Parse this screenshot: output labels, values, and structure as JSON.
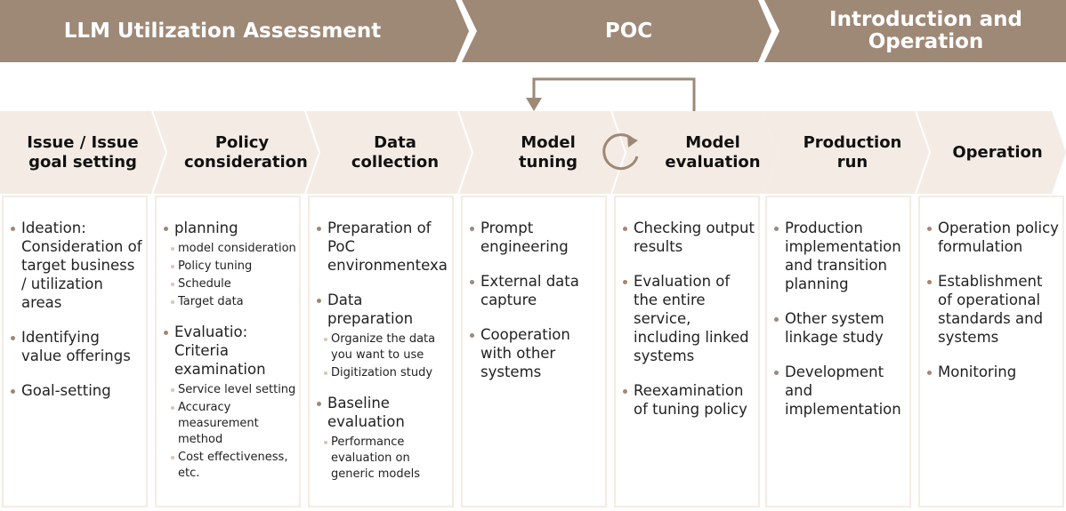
{
  "phases": [
    {
      "label": "LLM Utilization Assessment"
    },
    {
      "label": "POC"
    },
    {
      "label": "Introduction and Operation"
    }
  ],
  "colors": {
    "band": "#9e8876",
    "header": "#f4ece4",
    "bullet": "#9e8876",
    "sub_bullet": "#d8c6b0"
  },
  "steps": [
    {
      "title": "Issue / Issue goal setting",
      "items": [
        {
          "text": "Ideation: Consideration of target business / utilization areas"
        },
        {
          "text": "Identifying value offerings"
        },
        {
          "text": "Goal-setting"
        }
      ]
    },
    {
      "title": "Policy consideration",
      "items": [
        {
          "text": "planning",
          "subs": [
            "model consideration",
            "Policy tuning",
            "Schedule",
            "Target data"
          ]
        },
        {
          "text": "Evaluatio: Criteria examination",
          "subs": [
            "Service level setting",
            "Accuracy measurement method",
            "Cost effectiveness, etc."
          ]
        }
      ]
    },
    {
      "title": "Data collection",
      "items": [
        {
          "text": "Preparation of PoC environmentexa"
        },
        {
          "text": "Data preparation",
          "subs": [
            "Organize the data you want to use",
            "Digitization study"
          ]
        },
        {
          "text": "Baseline evaluation",
          "subs": [
            "Performance evaluation on generic models"
          ]
        }
      ]
    },
    {
      "title": "Model tuning",
      "items": [
        {
          "text": "Prompt engineering"
        },
        {
          "text": "External data capture"
        },
        {
          "text": "Cooperation with other systems"
        }
      ]
    },
    {
      "title": "Model evaluation",
      "items": [
        {
          "text": "Checking output results"
        },
        {
          "text": "Evaluation of the entire service, including linked systems"
        },
        {
          "text": "Reexamination of tuning policy"
        }
      ]
    },
    {
      "title": "Production run",
      "items": [
        {
          "text": "Production implementation and transition planning"
        },
        {
          "text": "Other system linkage study"
        },
        {
          "text": "Development and implementation"
        }
      ]
    },
    {
      "title": "Operation",
      "items": [
        {
          "text": "Operation policy formulation"
        },
        {
          "text": "Establishment of operational standards and systems"
        },
        {
          "text": "Monitoring"
        }
      ]
    }
  ]
}
